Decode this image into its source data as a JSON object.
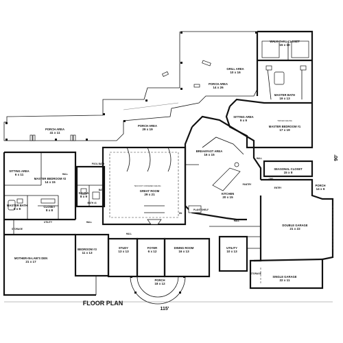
{
  "caption": "FLOOR PLAN",
  "overall_width": "115'",
  "overall_depth": "90'",
  "rooms": [
    {
      "key": "walk_thru_closet",
      "name": "WALK-THRU CLOSET",
      "dims": "15 x 10"
    },
    {
      "key": "grill_area",
      "name": "GRILL AREA",
      "dims": "10 x 16"
    },
    {
      "key": "porch_area_top",
      "name": "PORCH AREA",
      "dims": "14 x 26"
    },
    {
      "key": "master_bath",
      "name": "MASTER BATH",
      "dims": "19 x 13"
    },
    {
      "key": "porch_area_mid",
      "name": "PORCH AREA",
      "dims": "29 x 19"
    },
    {
      "key": "sitting_area_master",
      "name": "SITTING AREA",
      "dims": "9 x 9"
    },
    {
      "key": "master_bedroom_1",
      "name": "MASTER BEDROOM #1",
      "dims": "17 x 19"
    },
    {
      "key": "porch_area_left",
      "name": "PORCH AREA",
      "dims": "41 x 11"
    },
    {
      "key": "breakfast_area",
      "name": "BREAKFAST AREA",
      "dims": "16 x 15"
    },
    {
      "key": "sitting_area_left",
      "name": "SITTING AREA",
      "dims": "6 x 11"
    },
    {
      "key": "master_bedroom_2",
      "name": "MASTER BEDROOM #2",
      "dims": "14 x 15"
    },
    {
      "key": "great_room",
      "name": "GREAT ROOM",
      "dims": "29 x 21"
    },
    {
      "key": "seasonal_closet",
      "name": "SEASONAL CLOSET",
      "dims": "15 x 8"
    },
    {
      "key": "sauna",
      "name": "SAUNA",
      "dims": "8 x 9"
    },
    {
      "key": "kitchen",
      "name": "KITCHEN",
      "dims": "20 x 15"
    },
    {
      "key": "porch_right",
      "name": "PORCH",
      "dims": "14 x 6"
    },
    {
      "key": "master_bath_left",
      "name": "MASTER BATH",
      "dims": "8 x 8"
    },
    {
      "key": "closet_left",
      "name": "CLOSET",
      "dims": "8 x 8"
    },
    {
      "key": "double_garage",
      "name": "DOUBLE GARAGE",
      "dims": "21 x 22"
    },
    {
      "key": "mother_in_laws_den",
      "name": "MOTHER-IN-LAW'S DEN",
      "dims": "21 x 17"
    },
    {
      "key": "bedroom_3",
      "name": "BEDROOM #3",
      "dims": "11 x 13"
    },
    {
      "key": "study",
      "name": "STUDY",
      "dims": "13 x 13"
    },
    {
      "key": "foyer",
      "name": "FOYER",
      "dims": "6 x 12"
    },
    {
      "key": "dining_room",
      "name": "DINING ROOM",
      "dims": "16 x 13"
    },
    {
      "key": "utility",
      "name": "UTILITY",
      "dims": "10 x 13"
    },
    {
      "key": "single_garage",
      "name": "SINGLE GARAGE",
      "dims": "22 x 11"
    },
    {
      "key": "porch_bottom",
      "name": "PORCH",
      "dims": "18 x 12"
    }
  ],
  "small_labels": {
    "hall_left": "HALL",
    "hall_center": "HALL",
    "hall_right": "HALL",
    "hall_lower": "HALL",
    "hall_top": "HALL",
    "utility_left": "UTILITY",
    "pool_bath": "POOL BATH",
    "bath_3": "BATH #3",
    "entry": "ENTRY",
    "storage_left": "STORAGE",
    "storage_right": "STORAGE",
    "pantry": "PANTRY",
    "plant_shelf": "PLANT SHELF",
    "dn": "DN",
    "cpd": "CPD",
    "hall_bath_left": "BATH"
  },
  "notes": {
    "great_room_ceiling": "TEN FOOT COFFERED CEILING",
    "bedroom_ceiling": "TRAYED CEILING"
  }
}
